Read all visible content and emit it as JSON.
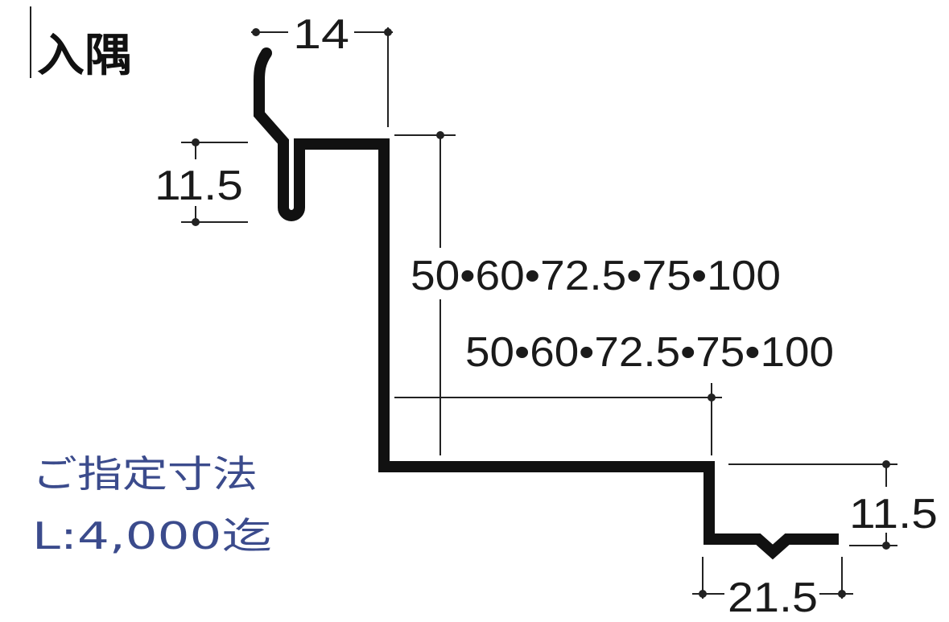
{
  "title": "入隅",
  "dimensions": {
    "top_width": "14",
    "hook_depth": "11.5",
    "height_options": "50•60•72.5•75•100",
    "width_options": "50•60•72.5•75•100",
    "bottom_lip": "11.5",
    "bottom_width": "21.5"
  },
  "note": {
    "line1": "ご指定寸法",
    "line2": "L:4,000迄"
  },
  "colors": {
    "profile": "#111111",
    "dimension": "#222222",
    "note": "#3b4b8c"
  }
}
